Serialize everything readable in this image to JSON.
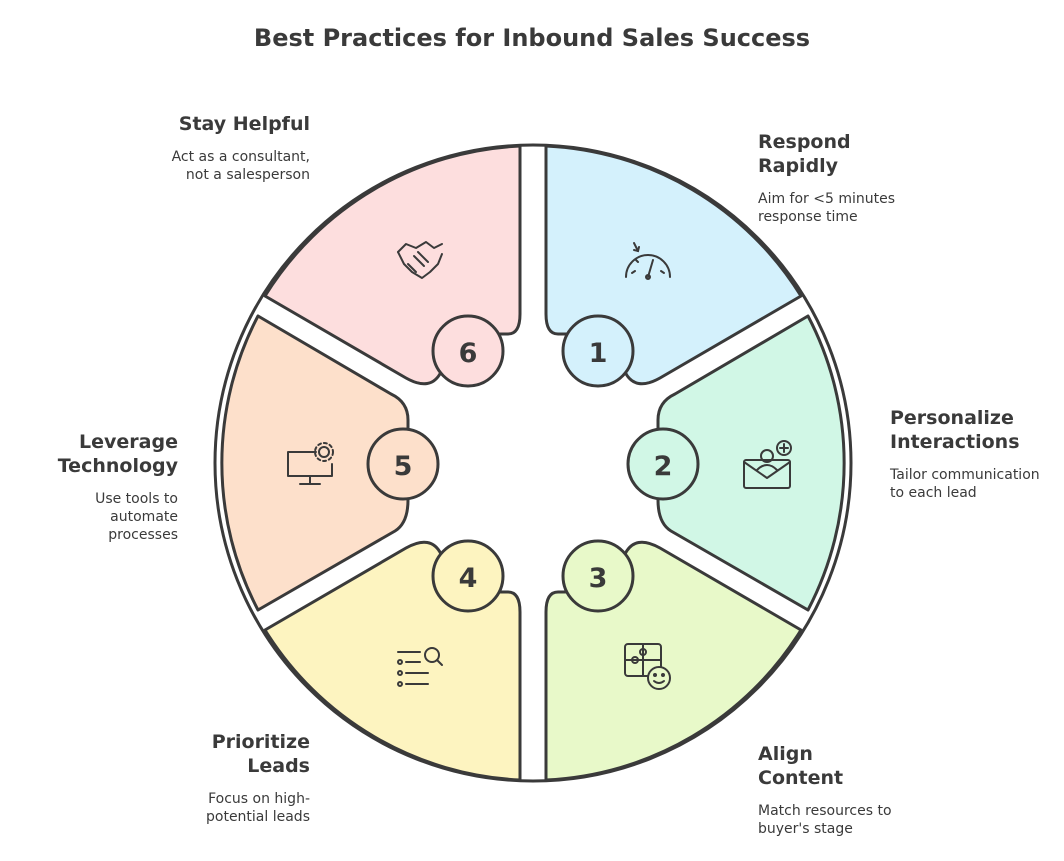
{
  "title": "Best Practices for Inbound Sales Success",
  "segments": [
    {
      "number": "1",
      "heading": "Respond Rapidly",
      "description": "Aim for <5 minutes response time",
      "color": "#d4f1fc",
      "icon": "speedometer-icon"
    },
    {
      "number": "2",
      "heading": "Personalize Interactions",
      "description": "Tailor communication to each lead",
      "color": "#d1f7e6",
      "icon": "personalized-mail-icon"
    },
    {
      "number": "3",
      "heading": "Align Content",
      "description": "Match resources to buyer's stage",
      "color": "#e8f9c9",
      "icon": "puzzle-smile-icon"
    },
    {
      "number": "4",
      "heading": "Prioritize Leads",
      "description": "Focus on high-potential leads",
      "color": "#fdf4c0",
      "icon": "list-search-icon"
    },
    {
      "number": "5",
      "heading": "Leverage Technology",
      "description": "Use tools to automate processes",
      "color": "#fde0cb",
      "icon": "computer-gear-icon"
    },
    {
      "number": "6",
      "heading": "Stay Helpful",
      "description": "Act as a consultant, not a salesperson",
      "color": "#fddede",
      "icon": "handshake-icon"
    }
  ]
}
